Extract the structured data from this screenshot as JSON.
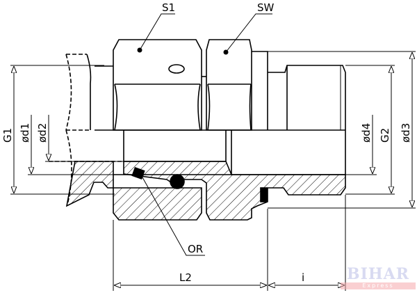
{
  "labels": {
    "s1": "S1",
    "sw": "SW",
    "or": "OR",
    "g1": "G1",
    "d1": "ød1",
    "d2": "ød2",
    "d4": "ød4",
    "g2": "G2",
    "d3": "ød3",
    "l2": "L2",
    "i": "i"
  },
  "watermark": {
    "title": "BIHAR",
    "subtitle": "Express"
  },
  "colors": {
    "line": "#000000",
    "background": "#ffffff"
  }
}
